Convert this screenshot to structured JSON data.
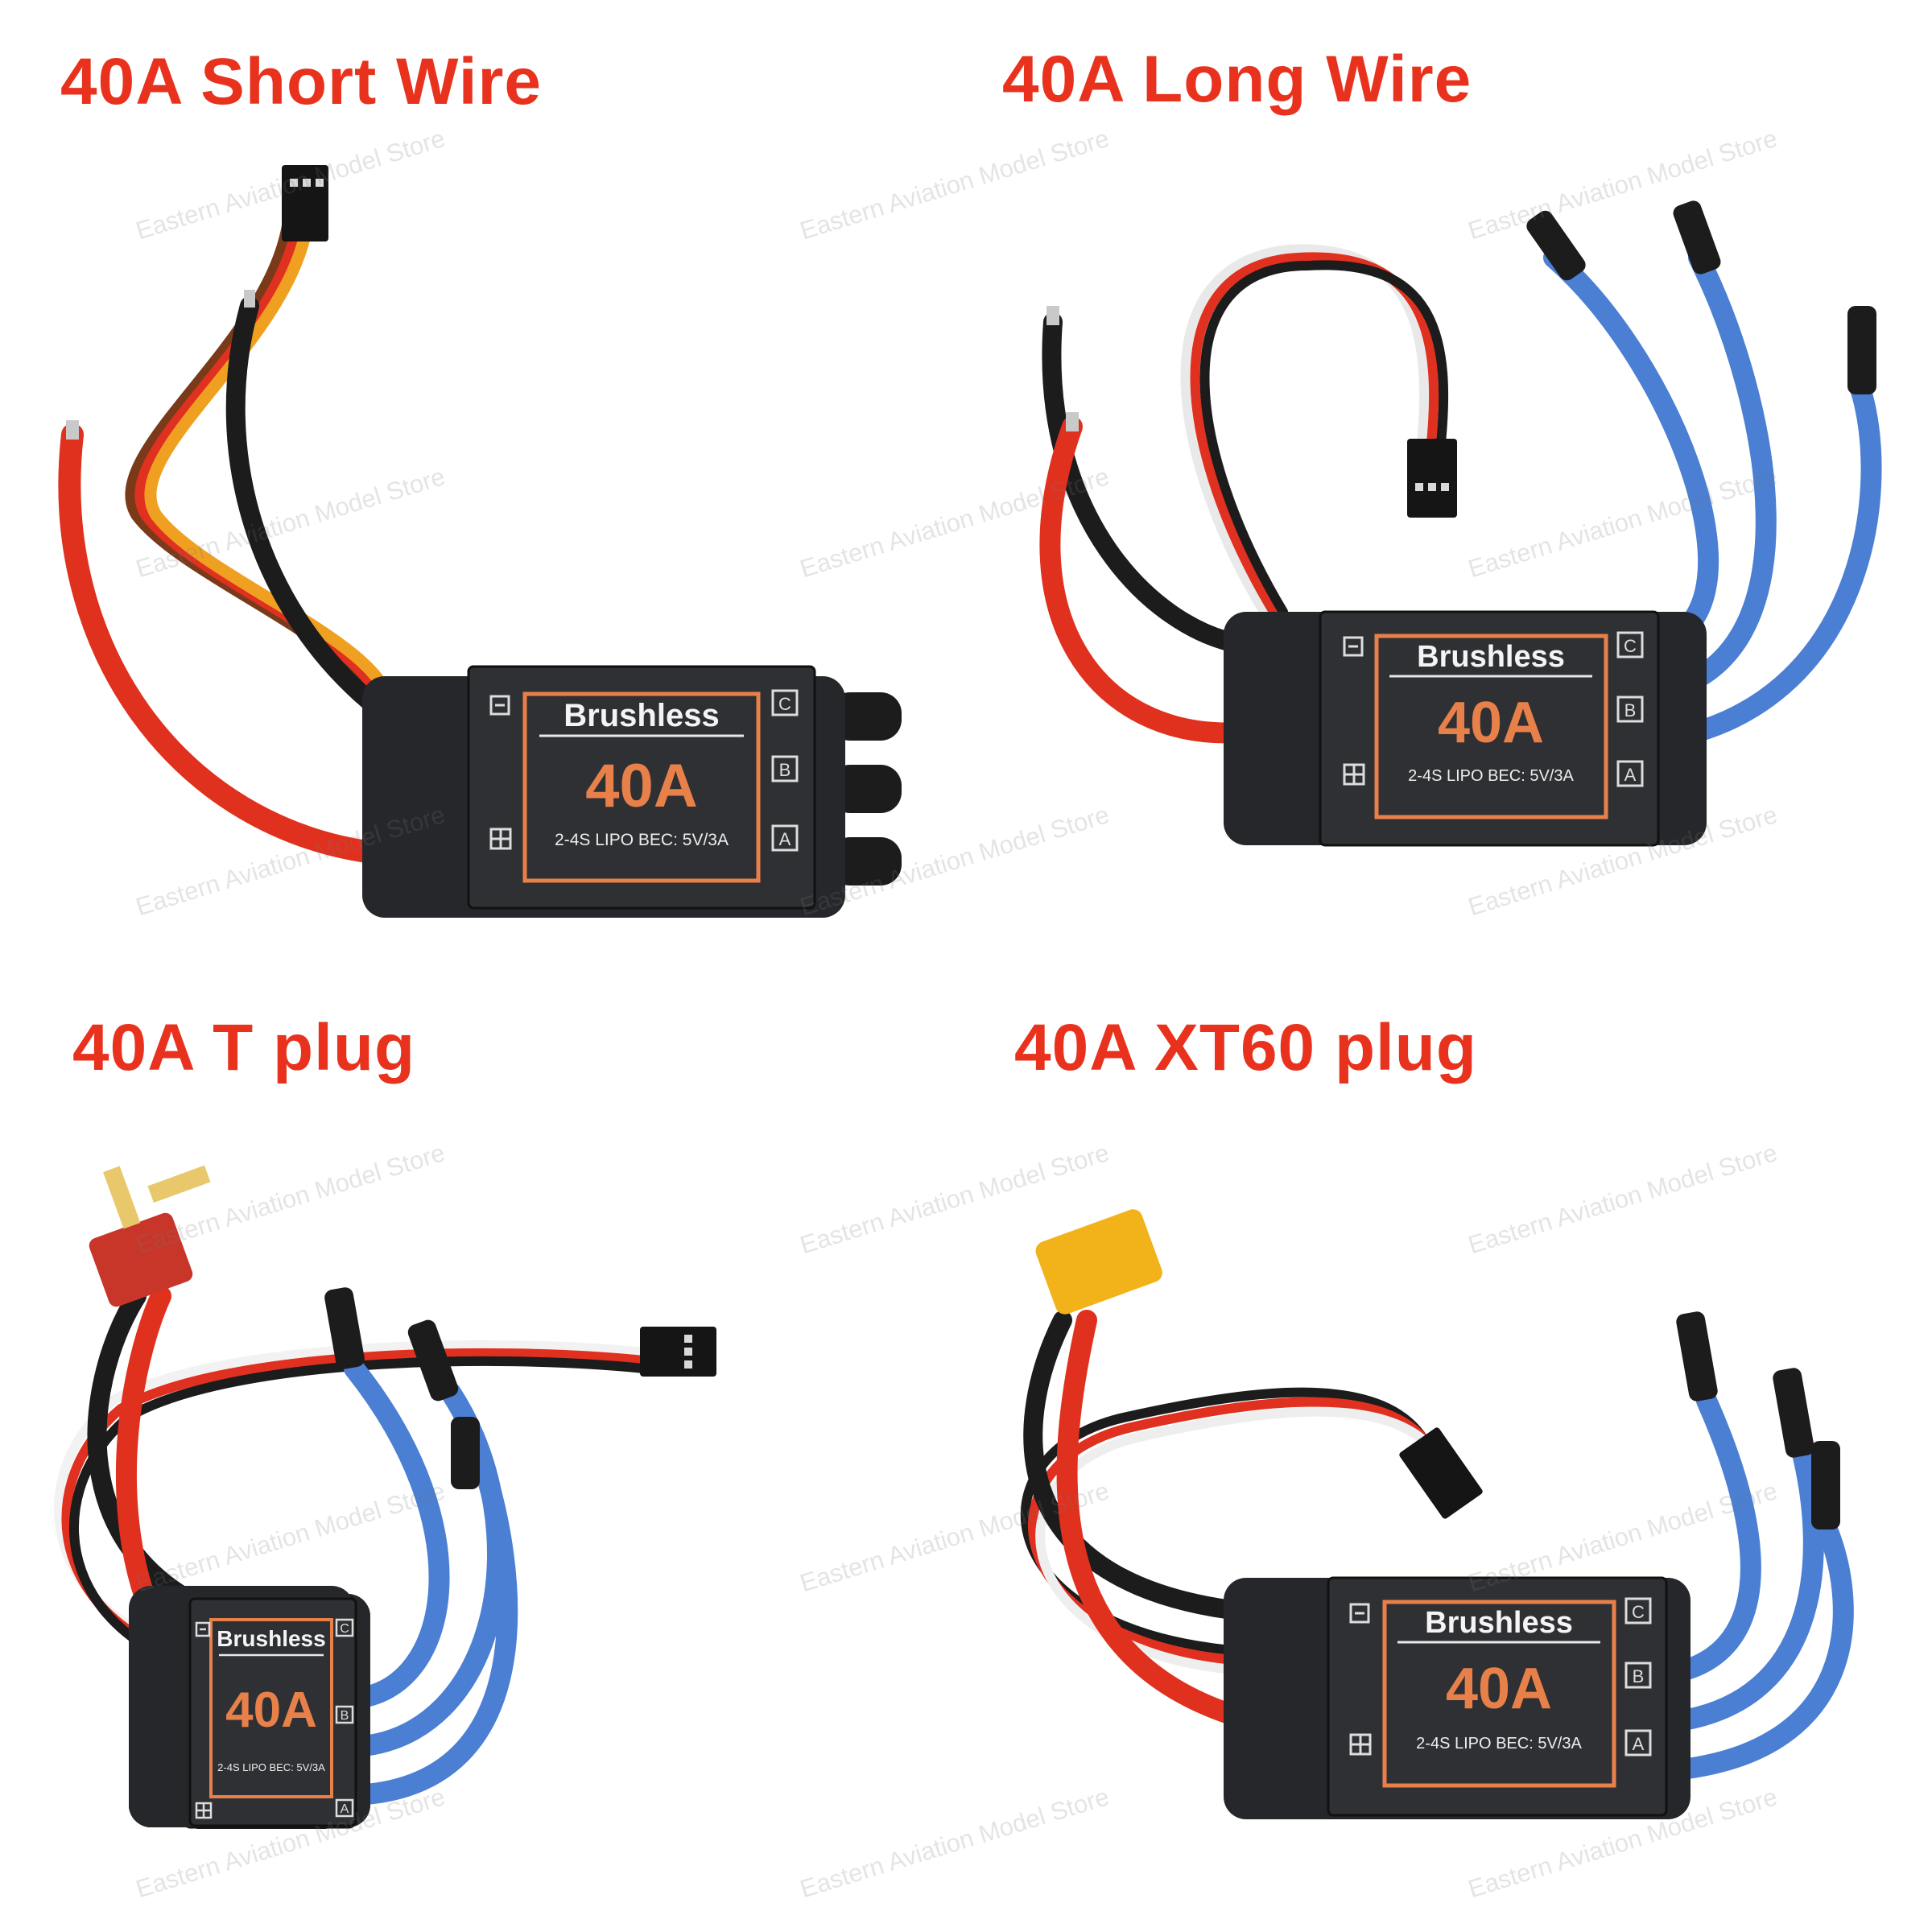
{
  "panels": [
    {
      "title": "40A Short Wire",
      "brand": "Brushless",
      "rating": "40A",
      "spec": "2-4S LIPO  BEC: 5V/3A",
      "corner_c": "C",
      "corner_b": "B",
      "corner_a": "A"
    },
    {
      "title": "40A Long Wire",
      "brand": "Brushless",
      "rating": "40A",
      "spec": "2-4S LIPO  BEC: 5V/3A",
      "corner_c": "C",
      "corner_b": "B",
      "corner_a": "A"
    },
    {
      "title": "40A T plug",
      "brand": "Brushless",
      "rating": "40A",
      "spec": "2-4S LIPO  BEC: 5V/3A",
      "corner_c": "C",
      "corner_b": "B",
      "corner_a": "A"
    },
    {
      "title": "40A XT60 plug",
      "brand": "Brushless",
      "rating": "40A",
      "spec": "2-4S LIPO  BEC: 5V/3A",
      "corner_c": "C",
      "corner_b": "B",
      "corner_a": "A"
    }
  ],
  "watermark": "Eastern Aviation Model Store",
  "colors": {
    "title_red": "#e8321d",
    "label_orange": "#e8804a",
    "esc_body": "#26272b",
    "red_wire": "#e0301e",
    "black_wire": "#1c1c1c",
    "blue_wire": "#4a7fd4",
    "servo_orange": "#f0a020",
    "servo_brown": "#7a3a1a",
    "t_plug": "#c8362a",
    "xt60": "#f2b21a"
  }
}
